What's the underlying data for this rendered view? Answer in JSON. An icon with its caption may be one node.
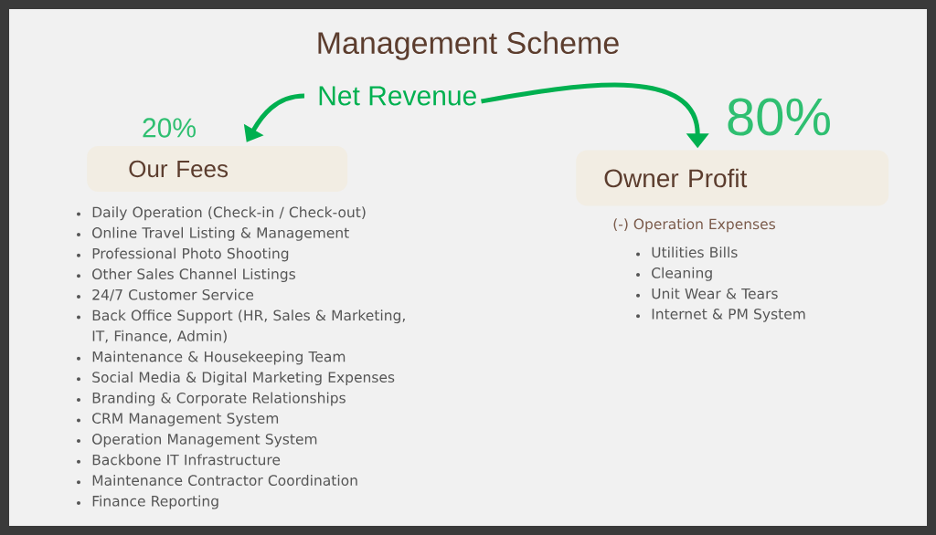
{
  "diagram": {
    "title": "Management Scheme",
    "nodes": [
      {
        "text": [
          "Net Revenue"
        ]
      },
      {
        "text": [
          "Our Fees"
        ],
        "beside": [
          "20%"
        ]
      },
      {
        "text": [
          "Owner Profit"
        ],
        "beside": [
          "80%"
        ]
      }
    ],
    "edges": [
      {
        "from": 0,
        "to": 1,
        "arrow": "to"
      },
      {
        "from": 0,
        "to": 2,
        "arrow": "to"
      }
    ],
    "labels": [
      "Daily Operation (Check-in / Check-out)",
      "Online Travel Listing & Management",
      "Professional Photo Shooting",
      "Other Sales Channel Listings",
      "24/7 Customer Service",
      "Back Office Support (HR, Sales & Marketing, IT, Finance, Admin)",
      "Maintenance & Housekeeping Team",
      "Social Media & Digital Marketing Expenses",
      "Branding & Corporate Relationships",
      "CRM Management System",
      "Operation Management System",
      "Backbone IT Infrastructure",
      "Maintenance Contractor Coordination",
      "Finance Reporting",
      "(-) Operation Expenses",
      "Utilities Bills",
      "Cleaning",
      "Unit Wear & Tears",
      "Internet & PM System"
    ]
  }
}
